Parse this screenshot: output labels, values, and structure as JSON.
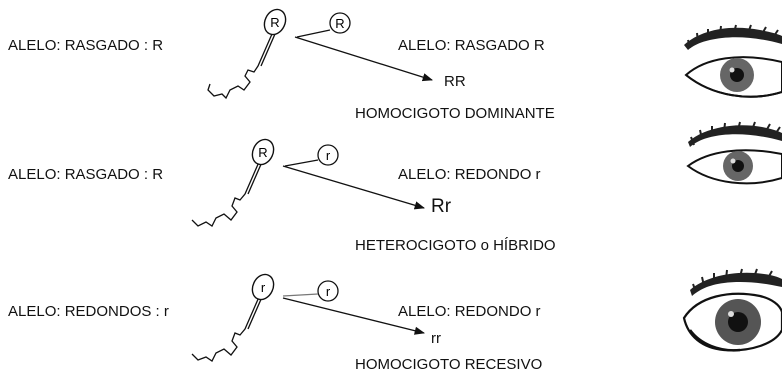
{
  "rows": [
    {
      "left_label": "ALELO: RASGADO : R",
      "sperm_letter": "R",
      "egg_letter": "R",
      "right_label": "ALELO: RASGADO R",
      "genotype": "RR",
      "type": "HOMOCIGOTO DOMINANTE",
      "eye": "almond-eye-icon"
    },
    {
      "left_label": "ALELO: RASGADO : R",
      "sperm_letter": "R",
      "egg_letter": "r",
      "right_label": "ALELO: REDONDO r",
      "genotype": "Rr",
      "type": "HETEROCIGOTO o HÍBRIDO",
      "eye": "almond-eye-icon"
    },
    {
      "left_label": "ALELO: REDONDOS : r",
      "sperm_letter": "r",
      "egg_letter": "r",
      "right_label": "ALELO: REDONDO  r",
      "genotype": "rr",
      "type": "HOMOCIGOTO RECESIVO",
      "eye": "round-eye-icon"
    }
  ]
}
